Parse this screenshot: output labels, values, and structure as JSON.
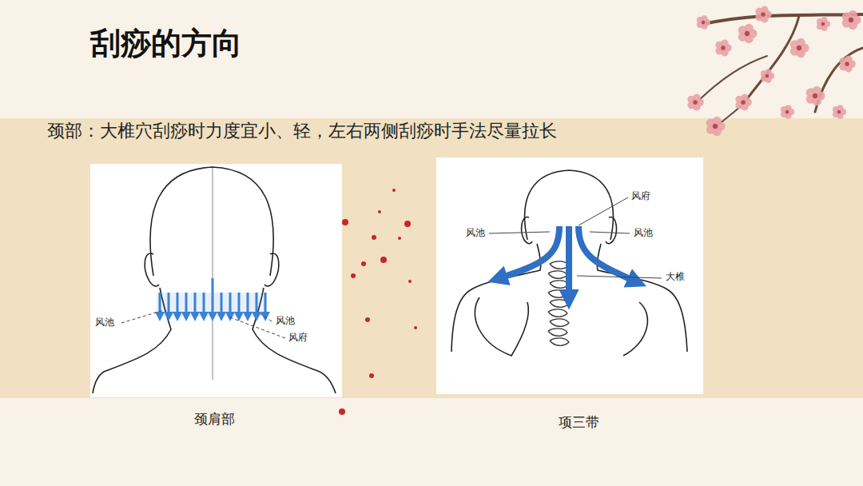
{
  "diagram": {
    "title": "刮痧的方向",
    "labels": [
      "颈部：大椎穴刮痧时力度宜小、轻，左右两侧刮痧时手法尽量拉长",
      "风池",
      "风池",
      "风府",
      "颈肩部",
      "风府",
      "风池",
      "风池",
      "大椎",
      "项三带"
    ]
  }
}
